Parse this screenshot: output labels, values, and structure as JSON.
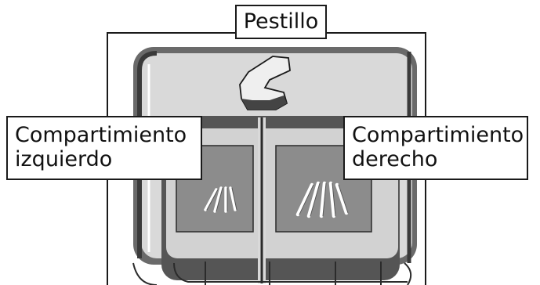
{
  "labels": {
    "latch": "Pestillo",
    "left_compartment": [
      "Compartimiento",
      "izquierdo"
    ],
    "right_compartment": [
      "Compartimiento",
      "derecho"
    ]
  }
}
